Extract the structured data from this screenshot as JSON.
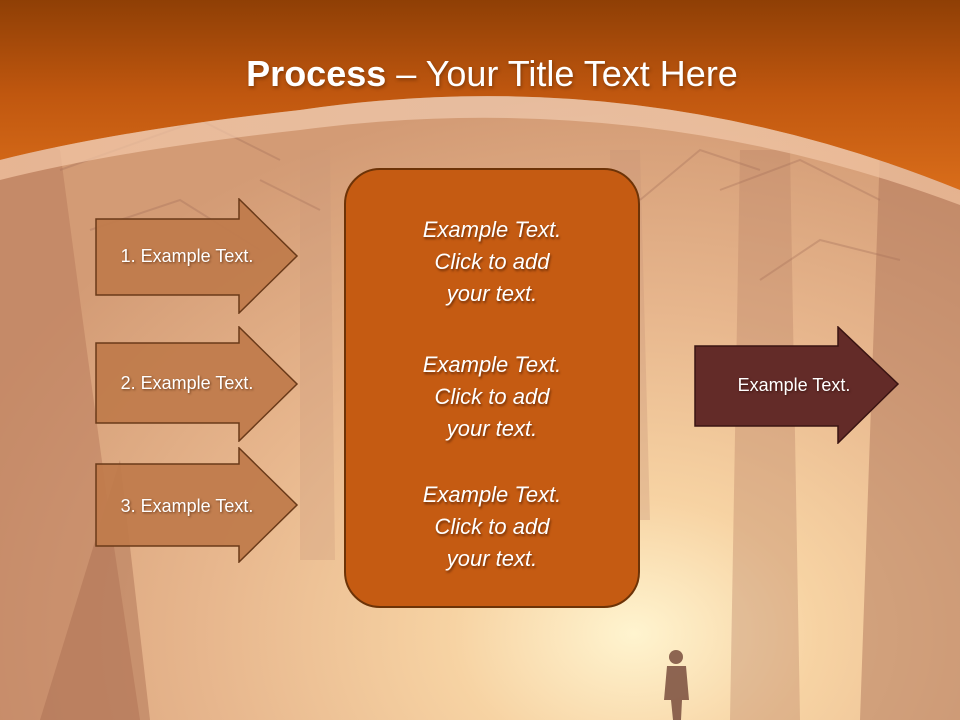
{
  "slide": {
    "title_bold": "Process",
    "title_rest": " – Your Title Text Here"
  },
  "left_steps": [
    {
      "label": "1. Example Text."
    },
    {
      "label": "2. Example Text."
    },
    {
      "label": "3. Example Text."
    }
  ],
  "center_box": {
    "paragraphs": [
      {
        "line1": "Example Text.",
        "line2": "Click  to add",
        "line3": "your text."
      },
      {
        "line1": "Example Text.",
        "line2": "Click  to add",
        "line3": "your text."
      },
      {
        "line1": "Example Text.",
        "line2": "Click  to add",
        "line3": "your text."
      }
    ]
  },
  "right_arrow": {
    "label": "Example Text."
  },
  "colors": {
    "header_orange": "#c95e12",
    "left_arrow_fill": "#c07b4c",
    "center_box_fill": "#c55b12",
    "right_arrow_fill": "#632b28"
  }
}
